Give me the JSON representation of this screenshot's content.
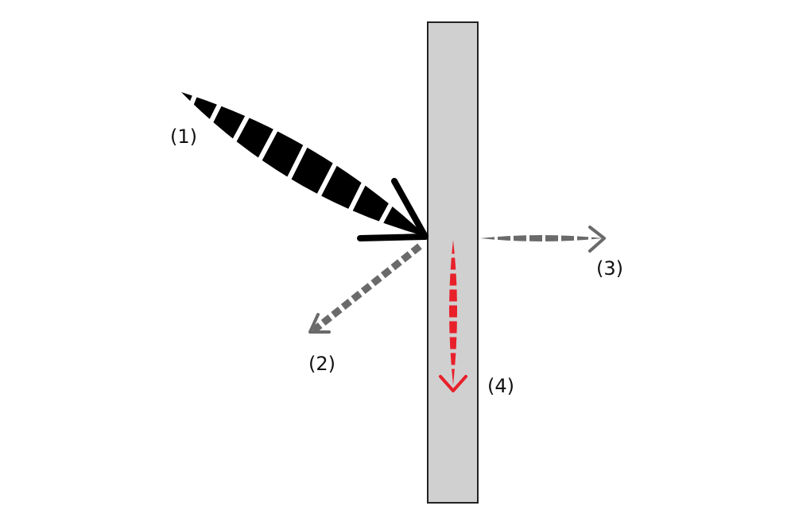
{
  "colors": {
    "background": "#ffffff",
    "panel_fill": "#d0d0d0",
    "panel_stroke": "#222222",
    "incident": "#000000",
    "reflected": "#6a6a6a",
    "transmitted": "#6a6a6a",
    "absorbed": "#e8202a"
  },
  "labels": {
    "incident": "(1)",
    "reflected": "(2)",
    "transmitted": "(3)",
    "absorbed": "(4)"
  }
}
